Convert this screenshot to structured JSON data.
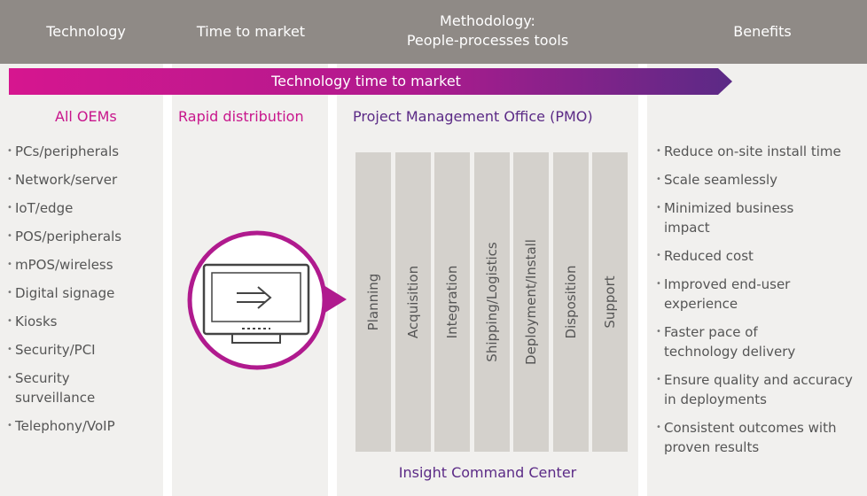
{
  "header": {
    "technology": "Technology",
    "time_to_market": "Time to market",
    "methodology_line1": "Methodology:",
    "methodology_line2": "People-processes tools",
    "benefits": "Benefits"
  },
  "banner": {
    "label": "Technology time to market"
  },
  "columns": {
    "technology": {
      "title": "All OEMs",
      "items": [
        "PCs/peripherals",
        "Network/server",
        "IoT/edge",
        "POS/peripherals",
        "mPOS/wireless",
        "Digital signage",
        "Kiosks",
        "Security/PCI",
        "Security surveillance",
        "Telephony/VoIP"
      ]
    },
    "time_to_market": {
      "title": "Rapid distribution"
    },
    "methodology": {
      "title": "Project Management Office (PMO)",
      "phases": [
        "Planning",
        "Acquisition",
        "Integration",
        "Shipping/Logistics",
        "Deployment/Install",
        "Disposition",
        "Support"
      ],
      "footer": "Insight Command Center"
    },
    "benefits": {
      "items": [
        "Reduce on-site install time",
        "Scale seamlessly",
        "Minimized business impact",
        "Reduced cost",
        "Improved end-user experience",
        "Faster pace of technology delivery",
        "Ensure quality and accuracy in deployments",
        "Consistent outcomes with proven results"
      ]
    }
  },
  "colors": {
    "header_bg": "#8f8a86",
    "column_bg": "#f1f0ee",
    "pink": "#c8168c",
    "purple": "#5b2a86",
    "phase_bg": "#d4d1cc"
  },
  "icons": {
    "monitor": "monitor-arrow-icon"
  }
}
